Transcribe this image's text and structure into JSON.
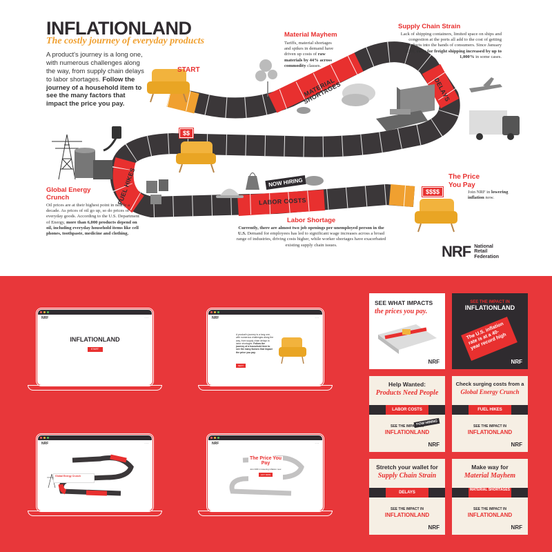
{
  "header": {
    "title": "INFLATIONLAND",
    "subtitle": "The costly journey of everyday products",
    "intro_plain": "A product's journey is a long one, with numerous challenges along the way, from supply chain delays to labor shortages.",
    "intro_bold": "Follow the journey of a household item to see the many factors that impact the price you pay."
  },
  "road": {
    "start": "START",
    "material_shortages": "MATERIAL SHORTAGES",
    "delays": "DELAYS",
    "fuel_hikes": "FUEL HIKES",
    "labor_costs": "LABOR COSTS",
    "now_hiring": "NOW HIRING",
    "price_1": "$$",
    "price_2": "$$$$"
  },
  "sections": {
    "material": {
      "title": "Material Mayhem",
      "text": "Tariffs, material shortages and spikes in demand have driven up costs of",
      "bold": "raw materials by 44% across commodity",
      "tail": "classes."
    },
    "supply": {
      "title": "Supply Chain Strain",
      "text": "Lack of shipping containers, limited space on ships and congestion at the ports all add to the cost of getting products into the hands of consumers. Since January 2020,",
      "bold": "rates for freight shipping increased by up to 1,000%",
      "tail": "in some cases."
    },
    "energy": {
      "title": "Global Energy Crunch",
      "text": "Oil prices are at their highest point in nearly a decade. As prices of oil go up, so do prices of everyday goods. According to the U.S. Department of Energy,",
      "bold": "more than 6,000 products depend on oil, including everyday household items like cell phones, toothpaste, medicine and clothing."
    },
    "labor": {
      "title": "Labor Shortage",
      "bold": "Currently, there are almost two job openings per unemployed person in the U.S.",
      "text": "Demand for employees has led to significant wage increases across a broad range of industries, driving costs higher, while worker shortages have exacerbated existing supply chain issues."
    },
    "price": {
      "title": "The Price You Pay",
      "text": "Join NRF in",
      "bold": "lowering inflation",
      "tail": "now."
    }
  },
  "nrf": {
    "mark": "NRF",
    "line1": "National",
    "line2": "Retail",
    "line3": "Federation"
  },
  "laptops": {
    "l1_title": "INFLATIONLAND",
    "l1_btn": "START",
    "l2_text": "A product's journey is a long one, with numerous challenges along the way, from supply chain delays to labor shortages.",
    "l2_bold": "Follow the journey of a household item to see the many factors that impact the price you pay.",
    "l2_btn": "NEXT",
    "l3_title": "Global Energy Crunch",
    "l4_title": "The Price You Pay",
    "l4_text": "Join NRF in lowering inflation now.",
    "l4_btn": "ACT NOW"
  },
  "tiles": {
    "t1_h": "SEE WHAT IMPACTS",
    "t1_s": "the prices you pay.",
    "t2_h": "SEE THE IMPACT IN",
    "t2_title": "INFLATIONLAND",
    "t2_tag": "The U.S. inflation rate is at a 40-year record high",
    "t3_h": "Help Wanted:",
    "t3_s": "Products Need People",
    "t3_band": "LABOR COSTS",
    "t3_hiring": "NOW HIRING",
    "t4_h": "Check surging costs from a",
    "t4_s": "Global Energy Crunch",
    "t4_band": "FUEL HIKES",
    "t5_h": "Stretch your wallet for",
    "t5_s": "Supply Chain Strain",
    "t5_band": "DELAYS",
    "t6_h": "Make way for",
    "t6_s": "Material Mayhem",
    "t6_band": "MATERIAL SHORTAGES",
    "cta": "SEE THE IMPACT IN",
    "cta2": "INFLATIONLAND"
  },
  "colors": {
    "red": "#e8302f",
    "dark": "#2f2b2f",
    "orange": "#f0a030",
    "chair": "#f2b33d",
    "bg_red": "#e8373a"
  }
}
